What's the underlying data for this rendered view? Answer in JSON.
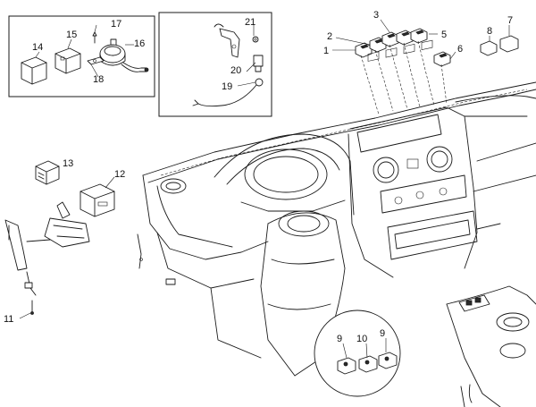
{
  "diagram": {
    "callouts": [
      {
        "id": "1",
        "label": "1"
      },
      {
        "id": "2",
        "label": "2"
      },
      {
        "id": "3",
        "label": "3"
      },
      {
        "id": "5",
        "label": "5"
      },
      {
        "id": "6",
        "label": "6"
      },
      {
        "id": "7",
        "label": "7"
      },
      {
        "id": "8",
        "label": "8"
      },
      {
        "id": "9a",
        "label": "9"
      },
      {
        "id": "9b",
        "label": "9"
      },
      {
        "id": "10",
        "label": "10"
      },
      {
        "id": "11",
        "label": "11"
      },
      {
        "id": "12",
        "label": "12"
      },
      {
        "id": "13",
        "label": "13"
      },
      {
        "id": "14",
        "label": "14"
      },
      {
        "id": "15",
        "label": "15"
      },
      {
        "id": "16",
        "label": "16"
      },
      {
        "id": "17",
        "label": "17"
      },
      {
        "id": "18",
        "label": "18"
      },
      {
        "id": "19",
        "label": "19"
      },
      {
        "id": "20",
        "label": "20"
      },
      {
        "id": "21",
        "label": "21"
      }
    ]
  }
}
